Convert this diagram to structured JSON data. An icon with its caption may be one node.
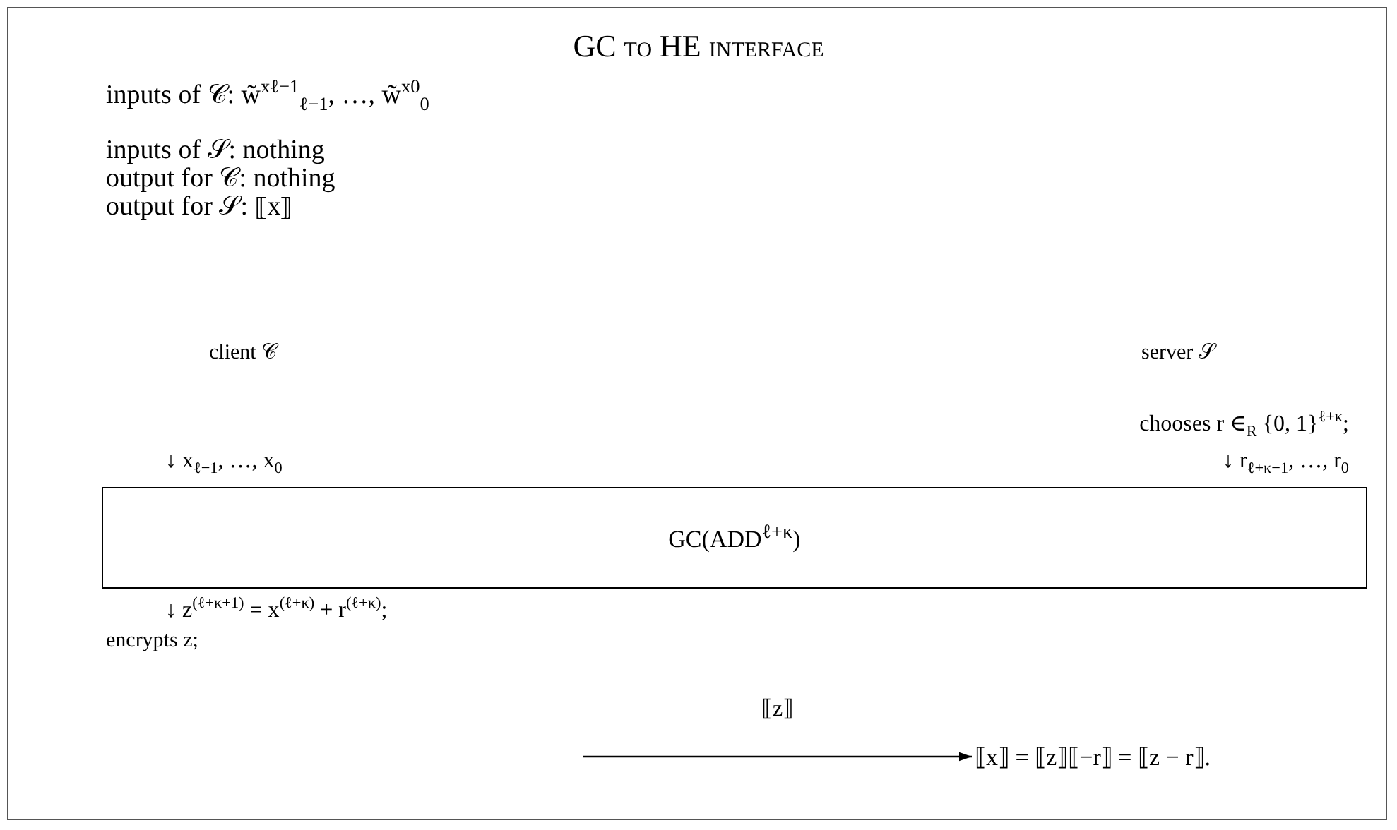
{
  "diagram": {
    "title": "GC to HE interface",
    "nodes": [
      {
        "text": [
          "GC(ADD$^{ℓ+κ}$)"
        ]
      },
      {
        "text": [
          "⟦x⟧ = ⟦z⟧⟦−r⟧ = ⟦z − r⟧."
        ]
      }
    ],
    "edges": [
      {
        "from": null,
        "to": 1,
        "arrow": "to",
        "label": "⟦z⟧"
      }
    ],
    "labels": [
      "inputs of 𝒞: w̃$^{xℓ−1}$$_{ℓ−1}$, …, w̃$^{x0}$$_{0}$",
      "inputs of 𝒮: nothing",
      "output for 𝒞: nothing",
      "output for 𝒮: ⟦x⟧",
      "client 𝒞",
      "server 𝒮",
      "chooses r ∈$_{R}$ {0, 1}$^{ℓ+κ}$;",
      "↓ x$_{ℓ−1}$, …, x$_{0}$",
      "↓ r$_{ℓ+κ−1}$, …, r$_{0}$",
      "↓ z$^{(ℓ+κ+1)}$ = x$^{(ℓ+κ)}$ + r$^{(ℓ+κ)}$;",
      "encrypts z;"
    ]
  }
}
